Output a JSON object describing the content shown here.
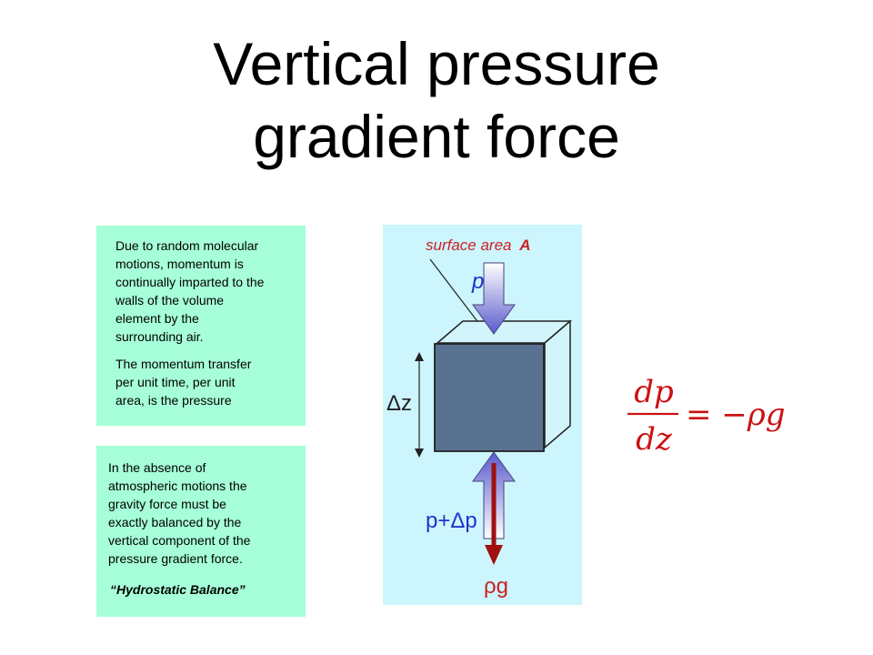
{
  "slide": {
    "title_line1": "Vertical pressure",
    "title_line2": "gradient force"
  },
  "box1": {
    "para1_lines": [
      "Due to random molecular",
      "motions, momentum is",
      "continually imparted to the",
      "walls of the volume",
      "element by the",
      "surrounding air."
    ],
    "para2_lines": [
      "The momentum transfer",
      "per unit time, per unit",
      "area, is the pressure"
    ]
  },
  "box2": {
    "lines": [
      "In the absence of",
      "atmospheric motions the",
      "gravity force must be",
      "exactly balanced by the",
      "vertical component of the",
      "pressure gradient force."
    ],
    "label": "“Hydrostatic  Balance”"
  },
  "diagram": {
    "surface_label": "surface area",
    "surface_symbol": "A",
    "top_arrow_label": "p",
    "height_label": "Δz",
    "bottom_arrow_label": "p+Δp",
    "gravity_label": "ρg",
    "colors": {
      "background": "#ccf5fd",
      "box_face": "#5a7291",
      "pressure_arrow": "#7070cc",
      "gravity_arrow": "#a01010",
      "label_red": "#cc2222",
      "label_blue": "#2233cc"
    }
  },
  "equation": {
    "numerator": "dp",
    "denominator": "dz",
    "rhs": "= −ρg",
    "color": "#cc1111"
  }
}
